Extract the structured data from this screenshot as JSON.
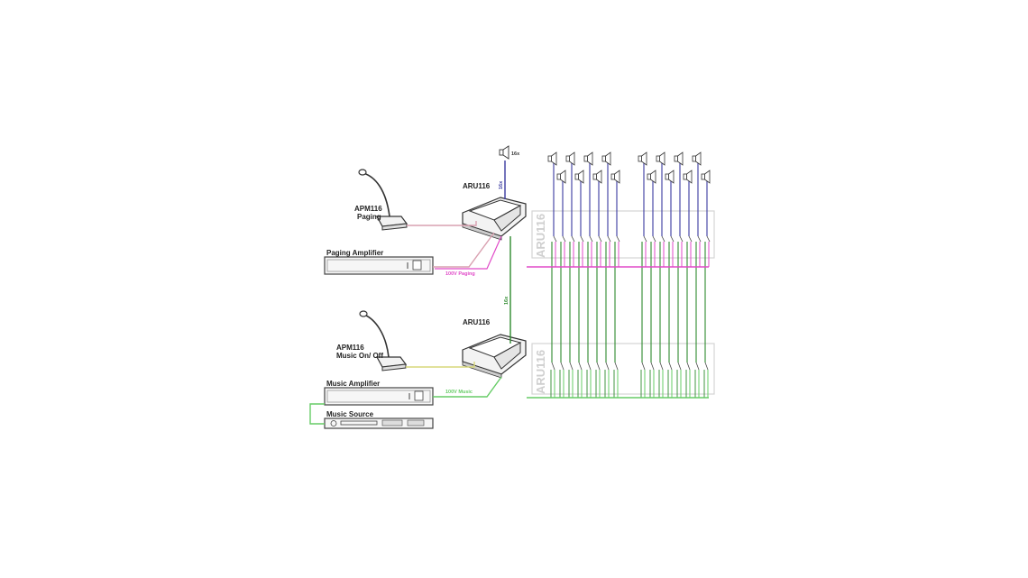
{
  "labels": {
    "apm_paging": [
      "APM116",
      "Paging"
    ],
    "apm_music": [
      "APM116",
      "Music On/ Off"
    ],
    "paging_amp": "Paging Amplifier",
    "music_amp": "Music Amplifier",
    "music_source": "Music Source",
    "aru_top": "ARU116",
    "aru_bottom": "ARU116",
    "rack_top": "ARU116",
    "rack_bottom": "ARU116",
    "line_paging": "100V Paging",
    "line_music": "100V Music",
    "speaker_count": "16x",
    "vert_top": "16x",
    "vert_mid": "16x"
  },
  "colors": {
    "paging_wire": "#d9a0b0",
    "paging_100v": "#e04ac8",
    "music_100v": "#66cc66",
    "music_ctrl": "#d7d77a",
    "speaker_wire": "#3a3aa0",
    "zone_wire": "#2d8a2d",
    "equipment": "#555555"
  },
  "icons": [
    "microphone-icon",
    "speaker-icon",
    "amplifier-icon",
    "relay-unit-icon"
  ]
}
